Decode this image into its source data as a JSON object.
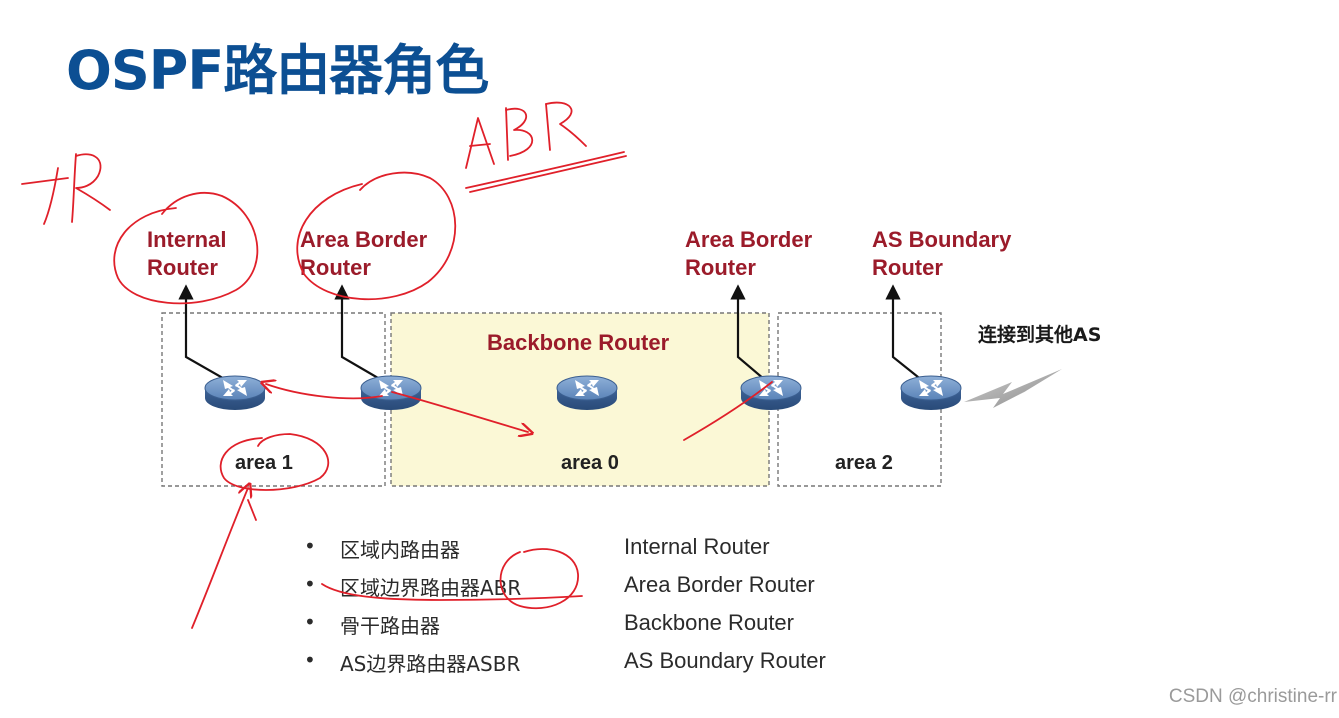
{
  "title": "OSPF路由器角色",
  "router_labels": {
    "internal": {
      "line1": "Internal",
      "line2": "Router"
    },
    "abr_left": {
      "line1": "Area Border",
      "line2": "Router"
    },
    "abr_right": {
      "line1": "Area Border",
      "line2": "Router"
    },
    "asbr": {
      "line1": "AS Boundary",
      "line2": "Router"
    },
    "backbone": "Backbone Router"
  },
  "areas": {
    "area1": "area 1",
    "area0": "area 0",
    "area2": "area 2"
  },
  "external_label": "连接到其他AS",
  "legend": [
    {
      "bullet": "•",
      "zh": "区域内路由器",
      "en": "Internal Router"
    },
    {
      "bullet": "•",
      "zh": "区域边界路由器ABR",
      "en": "Area Border Router"
    },
    {
      "bullet": "•",
      "zh": "骨干路由器",
      "en": "Backbone Router"
    },
    {
      "bullet": "•",
      "zh": "AS边界路由器ASBR",
      "en": "AS Boundary Router"
    }
  ],
  "handwritten": {
    "ir": "IR",
    "abr": "ABR"
  },
  "watermark": "CSDN @christine-rr",
  "colors": {
    "title": "#0c4f93",
    "label_red": "#9b1b2a",
    "ink_red": "#e0202a",
    "backbone_fill": "#fbf8d6",
    "router_blue": "#4f78ad"
  }
}
